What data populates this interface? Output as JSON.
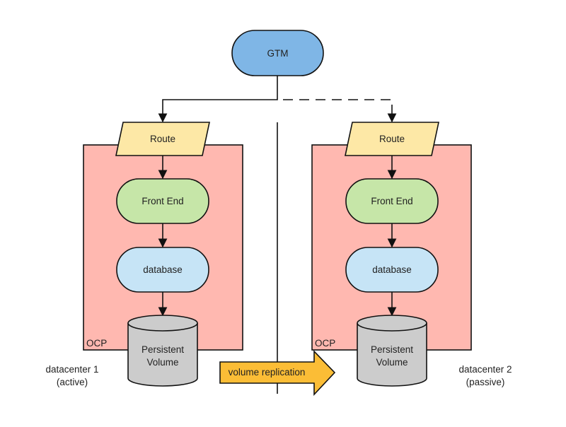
{
  "diagram": {
    "gtm": {
      "label": "GTM",
      "color": "#7fb6e6"
    },
    "colors": {
      "ocp_fill": "#ffb8b0",
      "route_fill": "#fde8a6",
      "frontend_fill": "#c6e6a8",
      "database_fill": "#c6e4f6",
      "volume_fill": "#cccccc",
      "replication_fill": "#fbbd36"
    },
    "datacenters": [
      {
        "name": "datacenter 1",
        "state": "(active)",
        "platform": "OCP",
        "route": "Route",
        "frontend": "Front End",
        "database": "database",
        "volume_line1": "Persistent",
        "volume_line2": "Volume",
        "connection": "solid"
      },
      {
        "name": "datacenter 2",
        "state": "(passive)",
        "platform": "OCP",
        "route": "Route",
        "frontend": "Front End",
        "database": "database",
        "volume_line1": "Persistent",
        "volume_line2": "Volume",
        "connection": "dashed"
      }
    ],
    "replication": {
      "label": "volume replication"
    }
  }
}
